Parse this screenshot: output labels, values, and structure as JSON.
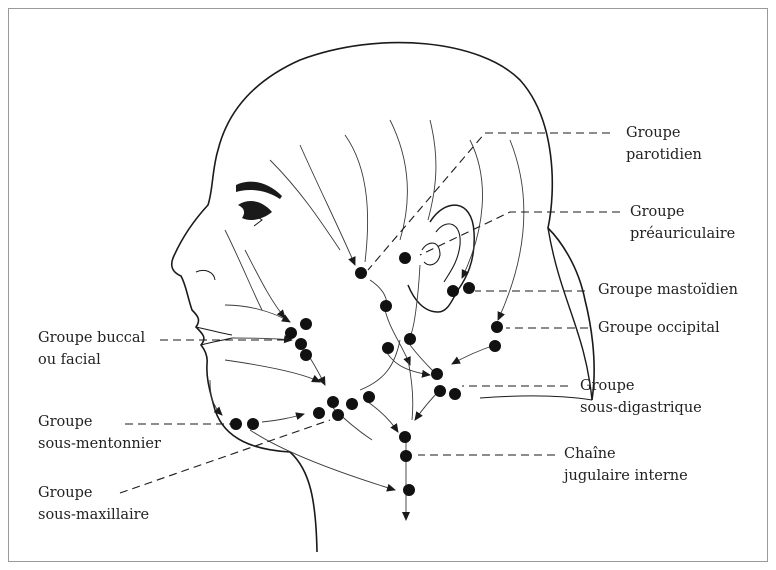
{
  "labels": {
    "parotidien": [
      "Groupe",
      "parotidien"
    ],
    "preauriculaire": [
      "Groupe",
      "préauriculaire"
    ],
    "mastoidien": "Groupe mastoïdien",
    "occipital": "Groupe  occipital",
    "sous_digastrique": [
      "Groupe",
      "sous-digastrique"
    ],
    "jugulaire": [
      "Chaîne",
      "jugulaire interne"
    ],
    "buccal": [
      "Groupe buccal",
      "ou facial"
    ],
    "sous_mentonnier": [
      "Groupe",
      "sous-mentonnier"
    ],
    "sous_maxillaire": [
      "Groupe",
      "sous-maxillaire"
    ]
  },
  "colors": {
    "ink": "#1a1a1a",
    "frame": "#9a9a9a"
  },
  "nodes": [
    {
      "group": "buccal",
      "count": 4
    },
    {
      "group": "sous-mentonnier",
      "count": 2
    },
    {
      "group": "sous-maxillaire",
      "count": 5
    },
    {
      "group": "parotidien",
      "count": 4
    },
    {
      "group": "préauriculaire",
      "count": 1
    },
    {
      "group": "mastoïdien",
      "count": 2
    },
    {
      "group": "occipital",
      "count": 2
    },
    {
      "group": "sous-digastrique",
      "count": 3
    },
    {
      "group": "jugulaire interne",
      "count": 3
    }
  ]
}
